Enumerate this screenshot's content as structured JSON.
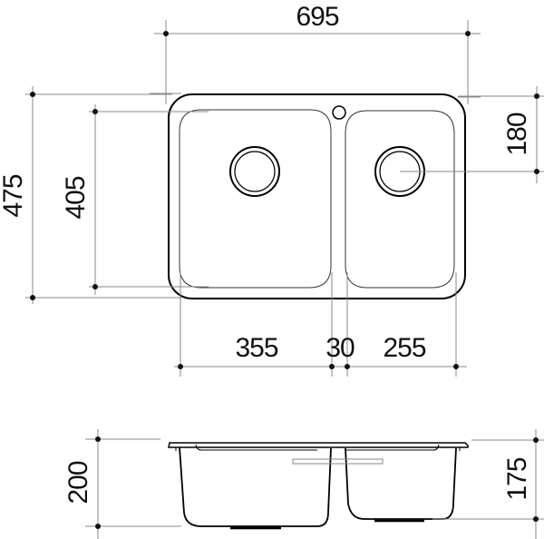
{
  "drawing": {
    "title": "Double bowl sink dimension drawing",
    "plan_view": {
      "overall_width": "695",
      "overall_depth": "475",
      "bowl_depth": "405",
      "waste_offset": "180",
      "left_bowl_width": "355",
      "divider_width": "30",
      "right_bowl_width": "255"
    },
    "side_view": {
      "overall_height": "200",
      "bowl_depth": "175"
    },
    "colors": {
      "outline": "#000000",
      "dimension_line": "#888888",
      "text": "#111111"
    }
  }
}
